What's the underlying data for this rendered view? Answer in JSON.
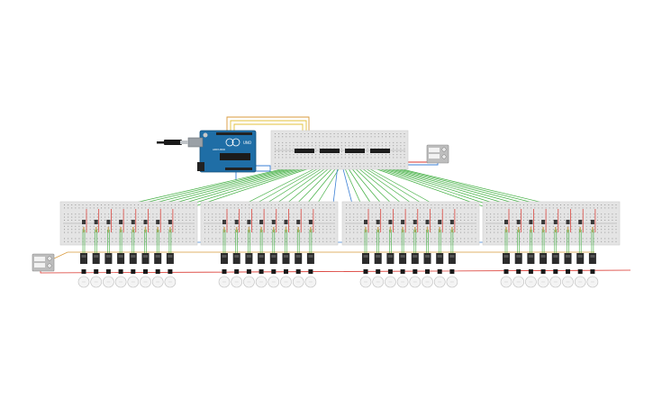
{
  "arduino": {
    "brand": "ARDUINO",
    "model": "UNO"
  },
  "colors": {
    "breadboard": "#e4e4e4",
    "breadboard_hole": "#9c9c9c",
    "arduino_board": "#1f6ea6",
    "wire_green": "#3fae3f",
    "wire_red": "#d9332b",
    "wire_blue": "#3a7fd5",
    "wire_yellow": "#e3c13b",
    "wire_orange": "#d99a3b",
    "relay_body": "#2b2b2b",
    "transistor": "#3a3a3a",
    "bulb": "#f4f4f4",
    "power_supply": "#bdbdbd"
  },
  "relay_groups": 4,
  "relays_per_group": 8,
  "shift_registers": 4,
  "power_supplies": 2
}
